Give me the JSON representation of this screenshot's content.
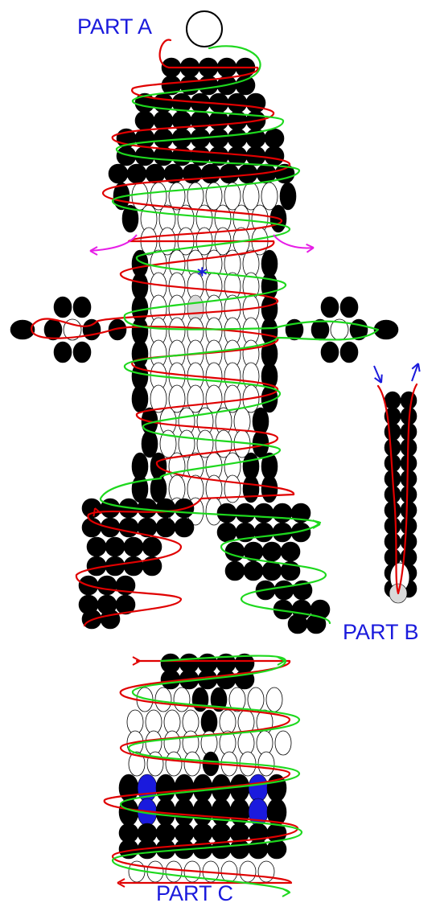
{
  "labels": {
    "part_a": "PART A",
    "part_b": "PART B",
    "part_c": "PART C"
  },
  "colors": {
    "black_bead": "#000000",
    "white_bead": "#ffffff",
    "gray_bead": "#d9d9d9",
    "blue_bead": "#1a1add",
    "red_thread": "#e00000",
    "green_thread": "#1ed81e",
    "pink_arrow": "#e61ee6",
    "blue_arrow": "#1a1adc",
    "label_text": "#1a1adc"
  },
  "markers": {
    "start_star": "*"
  }
}
